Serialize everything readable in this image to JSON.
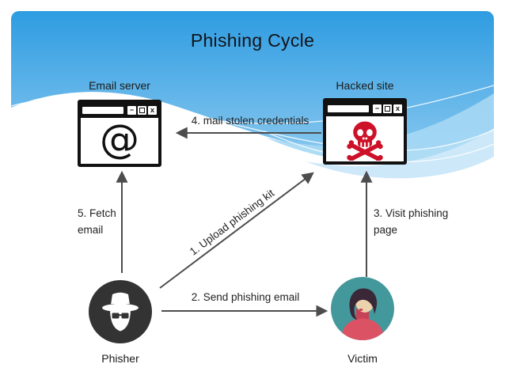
{
  "title": "Phishing Cycle",
  "nodes": {
    "email_server": {
      "label": "Email server",
      "icon": "at-symbol"
    },
    "hacked_site": {
      "label": "Hacked site",
      "icon": "skull-crossbones"
    },
    "phisher": {
      "label": "Phisher",
      "icon": "spy-avatar"
    },
    "victim": {
      "label": "Victim",
      "icon": "woman-avatar"
    }
  },
  "arrows": [
    {
      "num": 1,
      "label": "1. Upload phishing kit",
      "from": "phisher",
      "to": "hacked_site"
    },
    {
      "num": 2,
      "label": "2. Send phishing email",
      "from": "phisher",
      "to": "victim"
    },
    {
      "num": 3,
      "label": "3. Visit phishing page",
      "from": "victim",
      "to": "hacked_site"
    },
    {
      "num": 4,
      "label": "4. mail stolen credentials",
      "from": "hacked_site",
      "to": "email_server"
    },
    {
      "num": 5,
      "label": "5. Fetch email",
      "from": "phisher",
      "to": "email_server"
    }
  ],
  "window_controls": {
    "minimize": "−",
    "close": "x"
  },
  "colors": {
    "wave_blue_top": "#2E9CE1",
    "wave_blue_bottom": "#8FCBF0",
    "wave_light": "#A5D8F4",
    "wave_lighter": "#CDE8F9",
    "arrow_gray": "#4D4D4D",
    "skull_red": "#CC1128",
    "phisher_dark": "#333333",
    "victim_teal": "#43989B",
    "victim_hair": "#3A2737",
    "victim_skin": "#EDD2AE",
    "victim_shirt": "#DC5265"
  }
}
